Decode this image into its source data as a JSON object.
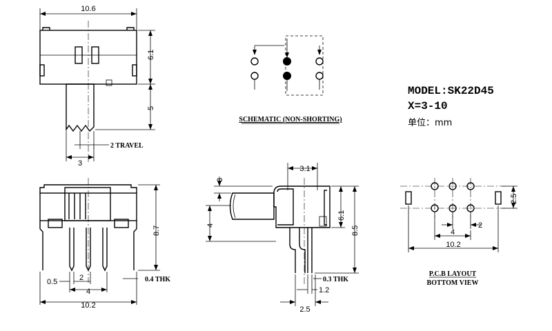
{
  "model": {
    "name": "MODEL:SK22D45",
    "range": "X=3-10",
    "unit": "单位：mm"
  },
  "schematic": {
    "label": "SCHEMATIC (NON-SHORTING)"
  },
  "pcb": {
    "title": "P.C.B LAYOUT",
    "subtitle": "BOTTOM VIEW"
  },
  "top_view": {
    "width": "10.6",
    "height": "6.1",
    "actuator": "5",
    "travel": "2 TRAVEL",
    "actuator_width": "3"
  },
  "front_view": {
    "height": "8.7",
    "pin_width": "0.5",
    "pitch": "2",
    "span": "4",
    "overall": "10.2",
    "thickness": "0.4 THK"
  },
  "side_view": {
    "top_width": "3.1",
    "actuator_offset": "3",
    "actuator_height": "4",
    "body_height": "6.1",
    "overall_height": "8.5",
    "pin_thickness": "0.3 THK",
    "pin_offset": "1.2",
    "pin_span": "2.5"
  },
  "pcb_layout": {
    "pitch_y": "2.5",
    "pitch_x": "2",
    "span": "4",
    "overall": "10.2"
  }
}
